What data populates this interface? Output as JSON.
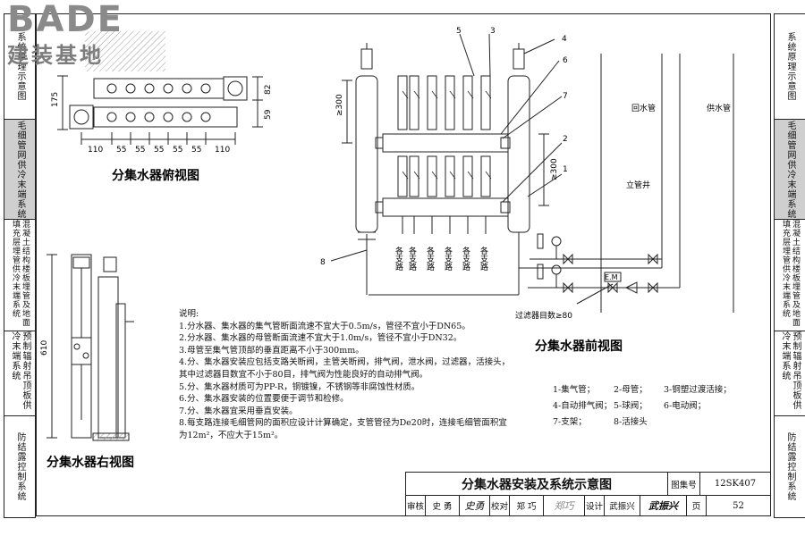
{
  "logo": {
    "main": "BADE",
    "sub": "建装基地"
  },
  "sidebar_left": [
    {
      "label": "系统原理示意图",
      "active": false
    },
    {
      "label": "毛细管网供冷末端系统",
      "active": true
    },
    {
      "label": "混凝土结构楼板埋管及地面填充层埋管供冷末端系统",
      "active": false
    },
    {
      "label": "预制辐射吊顶板供冷末端系统",
      "active": false
    },
    {
      "label": "防结露控制系统",
      "active": false
    }
  ],
  "sidebar_right": [
    {
      "label": "系统原理示意图",
      "active": false
    },
    {
      "label": "毛细管网供冷末端系统",
      "active": true
    },
    {
      "label": "混凝土结构楼板埋管及地面填充层埋管供冷末端系统",
      "active": false
    },
    {
      "label": "预制辐射吊顶板供冷末端系统",
      "active": false
    },
    {
      "label": "防结露控制系统",
      "active": false
    }
  ],
  "top_view": {
    "title": "分集水器俯视图",
    "dims_bottom": [
      "110",
      "55",
      "55",
      "55",
      "55",
      "55",
      "110"
    ],
    "dim_left": "175",
    "dims_right": [
      "82",
      "59"
    ]
  },
  "side_view": {
    "title": "分集水器右视图",
    "dim_height": "610"
  },
  "front_view": {
    "title": "分集水器前视图",
    "callouts": [
      "1",
      "2",
      "3",
      "4",
      "5",
      "6",
      "7",
      "8"
    ],
    "dim_left": "≥300",
    "dim_right": "≥300",
    "branch_label": "各支路",
    "return_pipe": "回水管",
    "supply_pipe": "供水管",
    "riser": "立管井",
    "valve_label": "E.M",
    "filter_note": "过滤器目数≥80"
  },
  "notes": {
    "heading": "说明:",
    "items": [
      "1.分水器、集水器的集气管断面流速不宜大于0.5m/s，管径不宜小于DN65。",
      "2.分水器、集水器的母管断面流速不宜大于1.0m/s，管径不宜小于DN32。",
      "3.母管至集气管顶部的垂直距离不小于300mm。",
      "4.分、集水器安装应包括支路关断阀，主管关断阀，排气阀，泄水阀，过滤器，活接头，",
      "   其中过滤器目数宜不小于80目，排气阀为性能良好的自动排气阀。",
      "5.分、集水器材质可为PP-R，铜镀镍，不锈钢等非腐蚀性材质。",
      "6.分、集水器安装的位置要便于调节和检修。",
      "7.分、集水器宜采用垂直安装。",
      "8.每支路连接毛细管网的面积应设计计算确定，支管管径为De20时，连接毛细管面积宜",
      "   为12m²，不应大于15m²。"
    ]
  },
  "legend": [
    [
      "1-集气管；",
      "2-母管；",
      "3-铜塑过渡活接；"
    ],
    [
      "4-自动排气阀；",
      "5-球阀；",
      "6-电动阀；"
    ],
    [
      "7-支架；",
      "8-活接头",
      ""
    ]
  ],
  "title_block": {
    "title": "分集水器安装及系统示意图",
    "atlas_label": "图集号",
    "atlas_no": "12SK407",
    "review_label": "审核",
    "reviewer": "史 勇",
    "reviewer_sign": "史勇",
    "check_label": "校对",
    "checker": "郑 巧",
    "checker_sign": "郑巧",
    "design_label": "设计",
    "designer": "武振兴",
    "designer_sign": "武振兴",
    "page_label": "页",
    "page_no": "52"
  },
  "colors": {
    "ink": "#222222",
    "active_tab": "#cfcfcf",
    "logo": "#8a8a8a",
    "hatch": "#9a9a9a"
  }
}
